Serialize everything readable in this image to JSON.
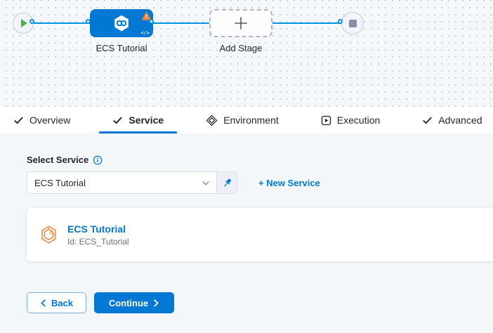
{
  "pipeline": {
    "stage_label": "ECS Tutorial",
    "add_stage_label": "Add Stage",
    "code_glyph": "</>"
  },
  "tabs": {
    "overview": "Overview",
    "service": "Service",
    "environment": "Environment",
    "execution": "Execution",
    "advanced": "Advanced"
  },
  "service_form": {
    "label": "Select Service",
    "selected_service": "ECS Tutorial",
    "new_service": "+ New Service",
    "card_title": "ECS Tutorial",
    "card_id": "Id: ECS_Tutorial"
  },
  "footer": {
    "back": "Back",
    "continue": "Continue"
  },
  "colors": {
    "primary_blue": "#0278d5",
    "connector_blue": "#0092e4",
    "warning_orange": "#ff832b",
    "ecs_icon_orange": "#e8833a",
    "play_green": "#4caf50"
  }
}
